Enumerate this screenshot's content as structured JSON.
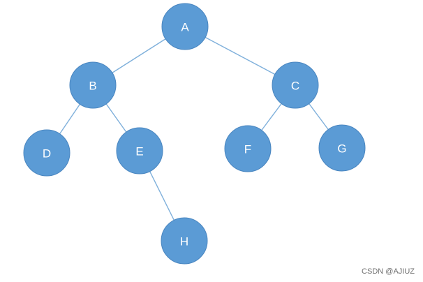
{
  "tree": {
    "colors": {
      "node_fill": "#5b9bd5",
      "node_stroke": "#4a86c0",
      "edge": "#7fb0db",
      "label": "#ffffff"
    },
    "nodes": [
      {
        "id": "A",
        "label": "A"
      },
      {
        "id": "B",
        "label": "B"
      },
      {
        "id": "C",
        "label": "C"
      },
      {
        "id": "D",
        "label": "D"
      },
      {
        "id": "E",
        "label": "E"
      },
      {
        "id": "F",
        "label": "F"
      },
      {
        "id": "G",
        "label": "G"
      },
      {
        "id": "H",
        "label": "H"
      }
    ],
    "edges": [
      {
        "from": "A",
        "to": "B"
      },
      {
        "from": "A",
        "to": "C"
      },
      {
        "from": "B",
        "to": "D"
      },
      {
        "from": "B",
        "to": "E"
      },
      {
        "from": "E",
        "to": "H"
      },
      {
        "from": "C",
        "to": "F"
      },
      {
        "from": "C",
        "to": "G"
      }
    ]
  },
  "watermark": {
    "text": "CSDN @AJIUZ"
  }
}
